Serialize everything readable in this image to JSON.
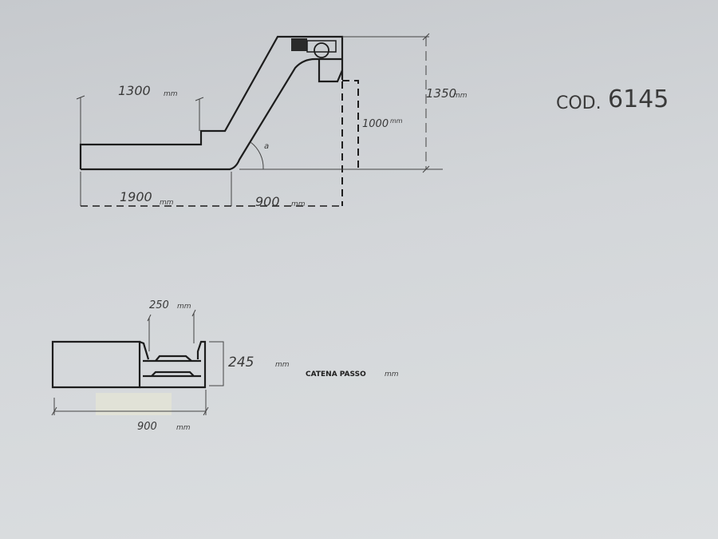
{
  "code": {
    "prefix": "COD.",
    "number": "6145"
  },
  "side_view": {
    "dim_loading_length": {
      "value": "1300",
      "unit": "mm"
    },
    "dim_horizontal_length": {
      "value": "1900",
      "unit": "mm"
    },
    "dim_incline_length": {
      "value": "900",
      "unit": "mm"
    },
    "dim_total_height": {
      "value": "1350",
      "unit": "mm"
    },
    "dim_discharge_height": {
      "value": "1000",
      "unit": "mm"
    },
    "angle_label": "a"
  },
  "section_view": {
    "dim_belt_width": {
      "value": "250",
      "unit": "mm"
    },
    "dim_height": {
      "value": "245",
      "unit": "mm"
    },
    "dim_width": {
      "value": "900",
      "unit": "mm"
    },
    "chain_pitch": {
      "label": "CATENA PASSO",
      "unit": "mm"
    }
  }
}
